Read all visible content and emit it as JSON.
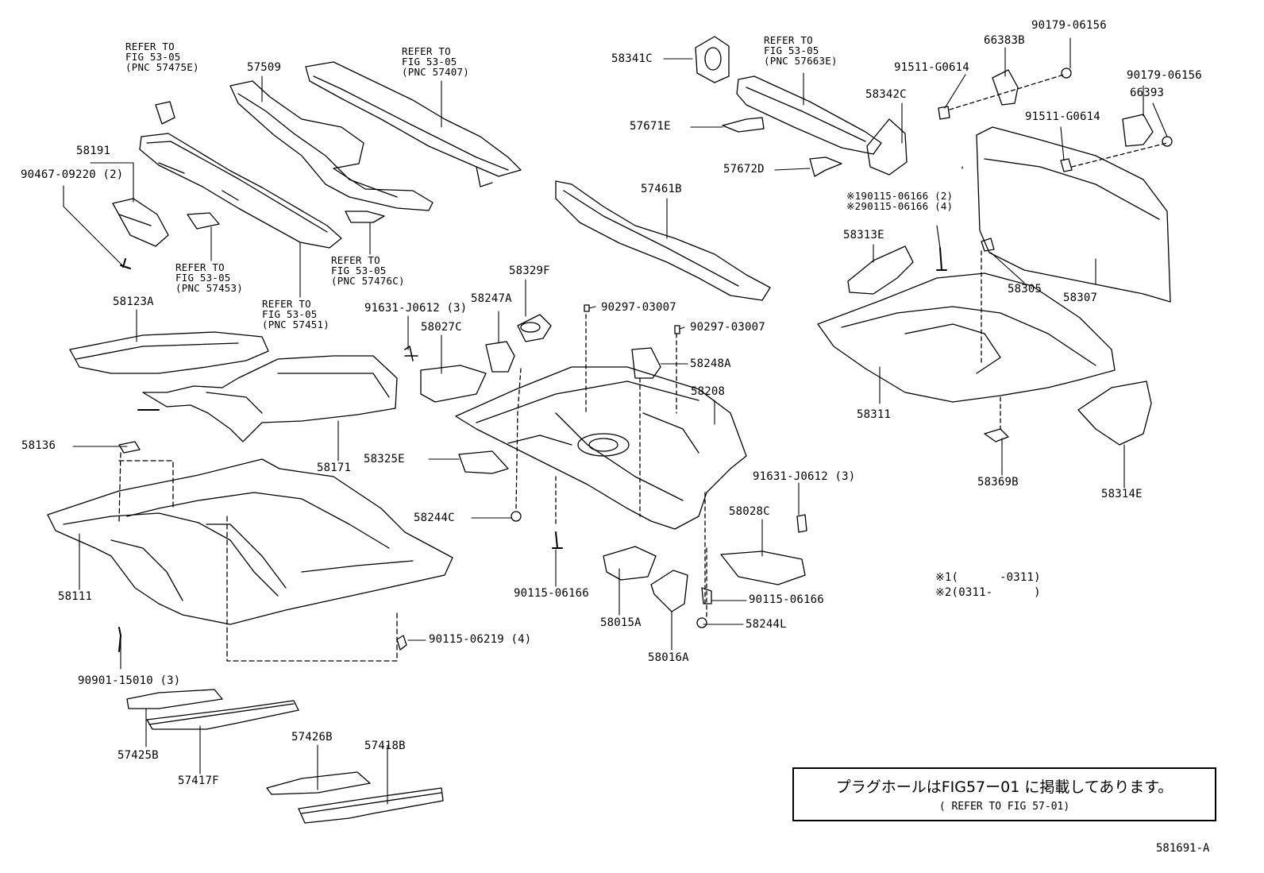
{
  "diagram": {
    "labels": [
      {
        "id": "58191",
        "text": "58191"
      },
      {
        "id": "90467",
        "text": "90467-09220 (2)"
      },
      {
        "id": "ref_57475e",
        "text": "REFER TO\nFIG 53-05\n(PNC 57475E)"
      },
      {
        "id": "57509",
        "text": "57509"
      },
      {
        "id": "ref_57407",
        "text": "REFER TO\nFIG 53-05\n(PNC 57407)"
      },
      {
        "id": "ref_57453",
        "text": "REFER TO\nFIG 53-05\n(PNC 57453)"
      },
      {
        "id": "ref_57476c",
        "text": "REFER TO\nFIG 53-05\n(PNC 57476C)"
      },
      {
        "id": "ref_57451",
        "text": "REFER TO\nFIG 53-05\n(PNC 57451)"
      },
      {
        "id": "58123A",
        "text": "58123A"
      },
      {
        "id": "58171",
        "text": "58171"
      },
      {
        "id": "58136",
        "text": "58136"
      },
      {
        "id": "58111",
        "text": "58111"
      },
      {
        "id": "90901",
        "text": "90901-15010 (3)"
      },
      {
        "id": "57425B",
        "text": "57425B"
      },
      {
        "id": "57417F",
        "text": "57417F"
      },
      {
        "id": "57426B",
        "text": "57426B"
      },
      {
        "id": "57418B",
        "text": "57418B"
      },
      {
        "id": "91631a",
        "text": "91631-J0612 (3)"
      },
      {
        "id": "58027C",
        "text": "58027C"
      },
      {
        "id": "58247A",
        "text": "58247A"
      },
      {
        "id": "58329F",
        "text": "58329F"
      },
      {
        "id": "58325E",
        "text": "58325E"
      },
      {
        "id": "58244C",
        "text": "58244C"
      },
      {
        "id": "90297a",
        "text": "90297-03007"
      },
      {
        "id": "90297b",
        "text": "90297-03007"
      },
      {
        "id": "58248A",
        "text": "58248A"
      },
      {
        "id": "58208",
        "text": "58208"
      },
      {
        "id": "90115a",
        "text": "90115-06166"
      },
      {
        "id": "58015A",
        "text": "58015A"
      },
      {
        "id": "58016A",
        "text": "58016A"
      },
      {
        "id": "90115b",
        "text": "90115-06219 (4)"
      },
      {
        "id": "91631b",
        "text": "91631-J0612 (3)"
      },
      {
        "id": "58028C",
        "text": "58028C"
      },
      {
        "id": "90115c",
        "text": "90115-06166"
      },
      {
        "id": "58244L",
        "text": "58244L"
      },
      {
        "id": "58341C",
        "text": "58341C"
      },
      {
        "id": "ref_57663e",
        "text": "REFER TO\nFIG 53-05\n(PNC 57663E)"
      },
      {
        "id": "58342C",
        "text": "58342C"
      },
      {
        "id": "57671E",
        "text": "57671E"
      },
      {
        "id": "57672D",
        "text": "57672D"
      },
      {
        "id": "57461B",
        "text": "57461B"
      },
      {
        "id": "91511a",
        "text": "91511-G0614"
      },
      {
        "id": "66383B",
        "text": "66383B"
      },
      {
        "id": "90179a",
        "text": "90179-06156"
      },
      {
        "id": "90179b",
        "text": "90179-06156"
      },
      {
        "id": "66393",
        "text": "66393"
      },
      {
        "id": "91511b",
        "text": "91511-G0614"
      },
      {
        "id": "star_bolts",
        "text": "※190115-06166 (2)\n※290115-06166 (4)"
      },
      {
        "id": "58313E",
        "text": "58313E"
      },
      {
        "id": "58305",
        "text": "58305"
      },
      {
        "id": "58307",
        "text": "58307"
      },
      {
        "id": "58311",
        "text": "58311"
      },
      {
        "id": "58369B",
        "text": "58369B"
      },
      {
        "id": "58314E",
        "text": "58314E"
      }
    ],
    "footnotes": {
      "line1": "※1(      -0311)",
      "line2": "※2(0311-      )"
    },
    "note": {
      "japanese": "プラグホールはFIG57ー01 に掲載してあります。",
      "english": "( REFER TO FIG 57-01)"
    },
    "figure_id": "581691-A"
  }
}
